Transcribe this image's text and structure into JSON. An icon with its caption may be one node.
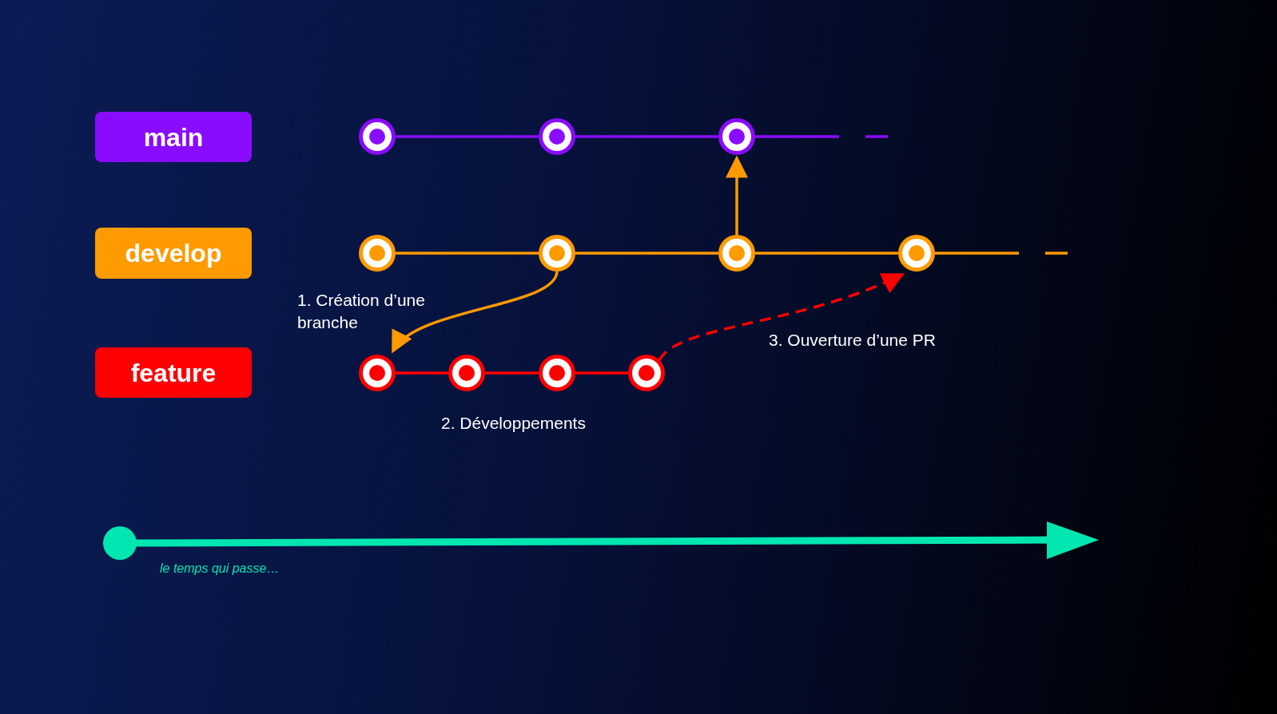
{
  "diagram": {
    "nodes": [
      {
        "text": [
          "main"
        ]
      },
      {
        "text": [
          "develop"
        ]
      },
      {
        "text": [
          "feature"
        ]
      },
      {
        "text": [],
        "shape": "circle"
      },
      {
        "text": [],
        "shape": "circle"
      },
      {
        "text": [],
        "shape": "circle"
      },
      {
        "text": [],
        "shape": "circle"
      },
      {
        "text": [],
        "shape": "circle"
      },
      {
        "text": [],
        "shape": "circle"
      },
      {
        "text": [],
        "shape": "circle"
      },
      {
        "text": [],
        "shape": "circle"
      },
      {
        "text": [],
        "shape": "circle"
      },
      {
        "text": [],
        "shape": "circle"
      },
      {
        "text": [],
        "shape": "circle"
      }
    ],
    "edges": [
      {
        "from": 3,
        "to": 4,
        "arrow": "none",
        "color": "#8a0cff"
      },
      {
        "from": 4,
        "to": 5,
        "arrow": "none",
        "color": "#8a0cff"
      },
      {
        "from": 5,
        "to": null,
        "arrow": "none",
        "color": "#8a0cff"
      },
      {
        "from": 6,
        "to": 7,
        "arrow": "none"
      },
      {
        "from": 7,
        "to": 8,
        "arrow": "none"
      },
      {
        "from": 8,
        "to": 9,
        "arrow": "none"
      },
      {
        "from": 9,
        "to": null,
        "arrow": "none"
      },
      {
        "from": 10,
        "to": 11,
        "arrow": "none",
        "color": "#ff0000"
      },
      {
        "from": 11,
        "to": 12,
        "arrow": "none",
        "color": "#ff0000"
      },
      {
        "from": 12,
        "to": 13,
        "arrow": "none",
        "color": "#ff0000"
      },
      {
        "from": 8,
        "to": 5,
        "arrow": "to"
      },
      {
        "from": 7,
        "to": 10,
        "arrow": "to",
        "label": "1. Création d’une branche"
      },
      {
        "from": 13,
        "to": 9,
        "arrow": "to",
        "label": "3. Ouverture d’une PR",
        "style": "dashed",
        "color": "#ff0000"
      }
    ],
    "labels": [
      "2. Développements",
      "le temps qui passe…"
    ]
  }
}
